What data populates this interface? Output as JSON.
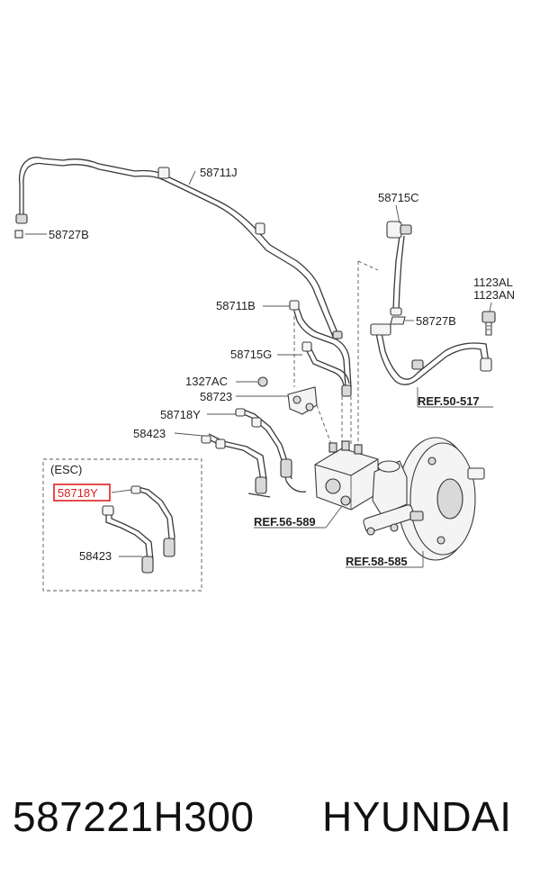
{
  "labels": {
    "l_58711J": "58711J",
    "l_58727B_top": "58727B",
    "l_58715C": "58715C",
    "l_1123AL": "1123AL",
    "l_1123AN": "1123AN",
    "l_58711B": "58711B",
    "l_58727B_right": "58727B",
    "l_58715G": "58715G",
    "l_1327AC": "1327AC",
    "l_58723": "58723",
    "l_58718Y": "58718Y",
    "l_58423": "58423",
    "l_ref50": "REF.50-517",
    "l_ref56": "REF.56-589",
    "l_ref58": "REF.58-585",
    "l_esc": "(ESC)",
    "l_58718Y_hl": "58718Y",
    "l_58423_esc": "58423"
  },
  "highlight_color": "#e02020",
  "footer": {
    "part_number": "587221H300",
    "brand": "HYUNDAI"
  }
}
